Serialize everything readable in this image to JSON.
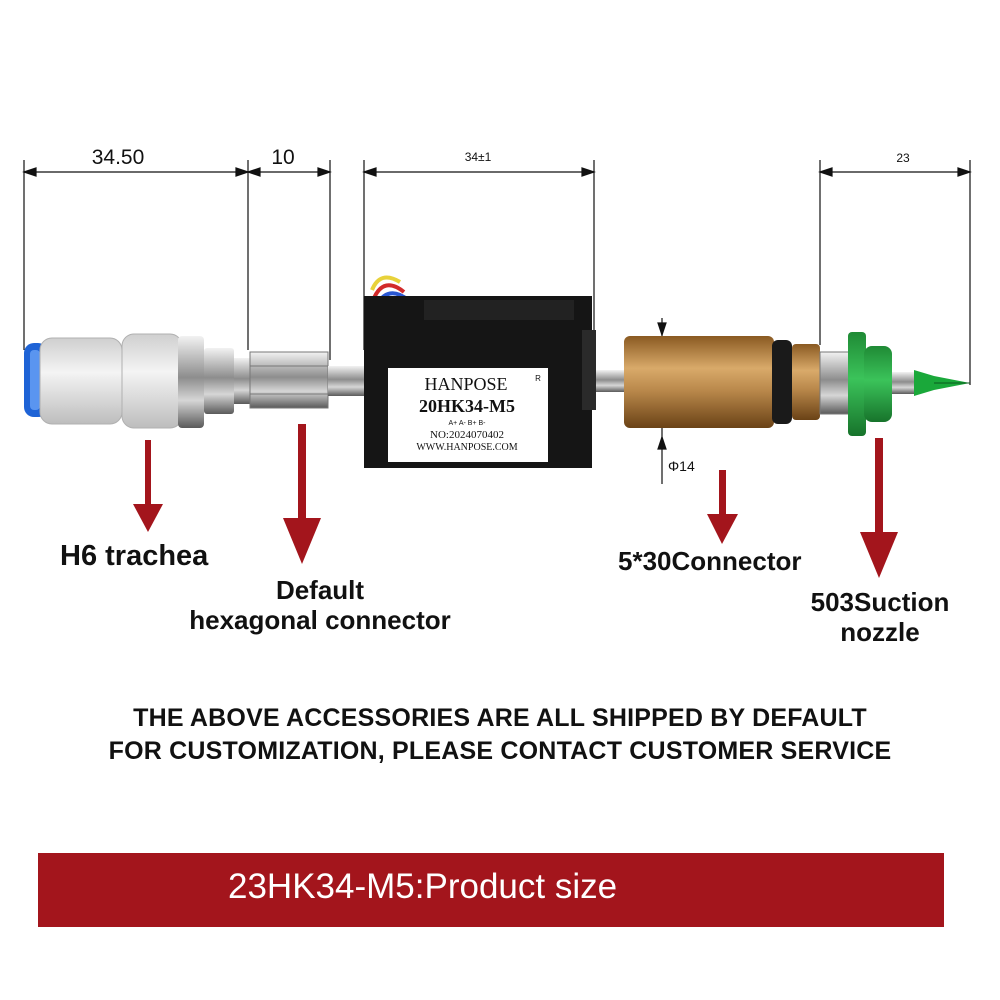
{
  "dimensions": {
    "hose_fitting_length": "34.50",
    "hex_connector_length": "10",
    "motor_length": "34±1",
    "nozzle_length": "23",
    "connector_diameter": "Φ14"
  },
  "product": {
    "brand": "HANPOSE",
    "registered_mark": "R",
    "model": "20HK34-M5",
    "pin_legend": "A+ A- B+ B-",
    "serial": "NO:2024070402",
    "website": "WWW.HANPOSE.COM"
  },
  "callouts": {
    "trachea": "H6 trachea",
    "hex_line1": "Default",
    "hex_line2": "hexagonal connector",
    "connector": "5*30Connector",
    "nozzle_line1": "503Suction",
    "nozzle_line2": "nozzle"
  },
  "notice": {
    "line1": "THE ABOVE ACCESSORIES ARE ALL SHIPPED BY DEFAULT",
    "line2": "FOR CUSTOMIZATION, PLEASE CONTACT CUSTOMER SERVICE"
  },
  "banner": {
    "title": "23HK34-M5:Product size",
    "color": "#a3151c"
  },
  "colors": {
    "arrow": "#a3151c",
    "brass": "#b8874a",
    "nozzle_green": "#2fb04a",
    "motor_black": "#151515",
    "fitting_white": "#e8e8e8",
    "fitting_blue": "#1e63d6"
  }
}
